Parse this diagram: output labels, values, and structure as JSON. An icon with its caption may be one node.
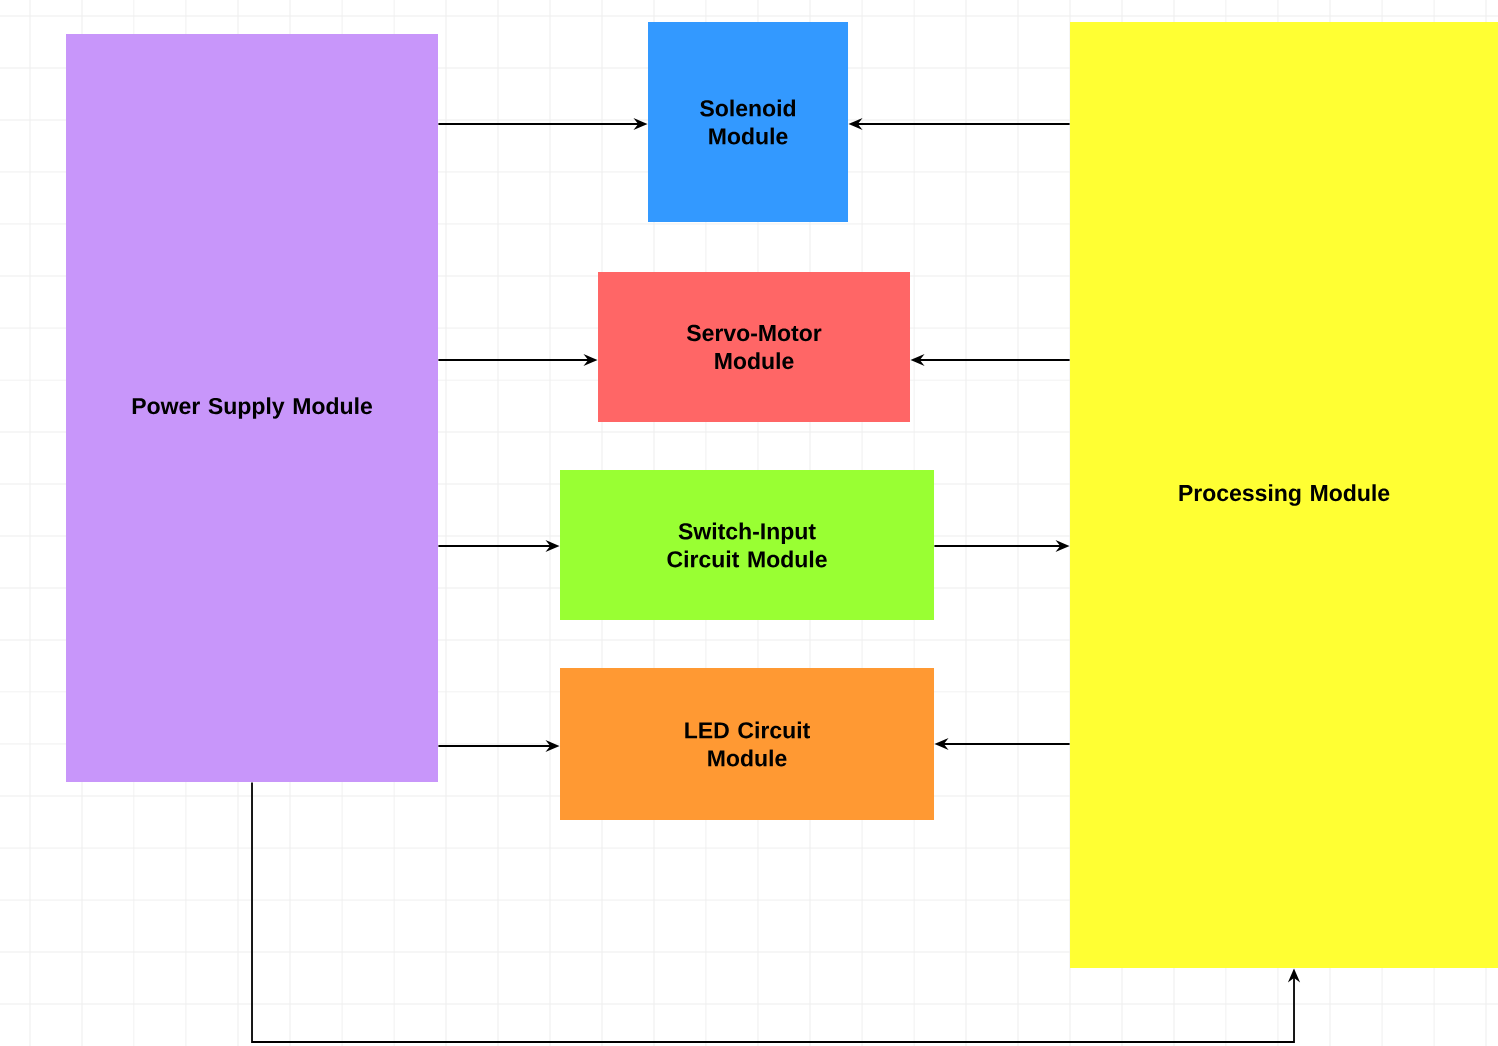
{
  "diagram": {
    "nodes": [
      {
        "text": [
          "Power Supply Module"
        ]
      },
      {
        "text": [
          "Solenoid Module"
        ]
      },
      {
        "text": [
          "Servo-Motor Module"
        ]
      },
      {
        "text": [
          "Switch-Input Circuit Module"
        ]
      },
      {
        "text": [
          "LED Circuit Module"
        ]
      },
      {
        "text": [
          "Processing Module"
        ]
      }
    ],
    "edges": [
      {
        "from": 0,
        "to": 1,
        "arrow": "to"
      },
      {
        "from": 5,
        "to": 1,
        "arrow": "to"
      },
      {
        "from": 0,
        "to": 2,
        "arrow": "to"
      },
      {
        "from": 5,
        "to": 2,
        "arrow": "to"
      },
      {
        "from": 0,
        "to": 3,
        "arrow": "to"
      },
      {
        "from": 3,
        "to": 5,
        "arrow": "to"
      },
      {
        "from": 0,
        "to": 4,
        "arrow": "to"
      },
      {
        "from": 5,
        "to": 4,
        "arrow": "to"
      },
      {
        "from": 0,
        "to": 5,
        "arrow": "to"
      }
    ]
  }
}
